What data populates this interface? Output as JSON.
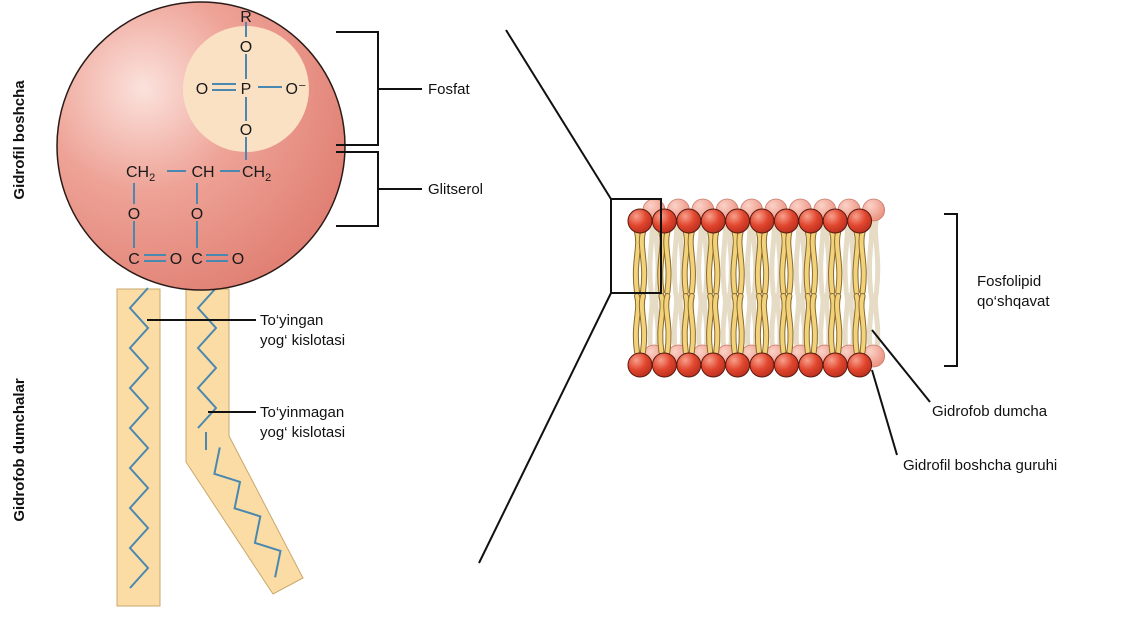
{
  "side_labels": {
    "head": "Gidrofil boshcha",
    "tails": "Gidrofob dumchalar"
  },
  "molecule_labels": {
    "phosphate": "Fosfat",
    "glycerol": "Glitserol",
    "saturated_line1": "To‘yingan",
    "saturated_line2": "yog‘ kislotasi",
    "unsaturated_line1": "To‘yinmagan",
    "unsaturated_line2": "yog‘ kislotasi"
  },
  "chemistry": {
    "r": "R",
    "o": "O",
    "p": "P",
    "o_minus": "O⁻",
    "c": "C",
    "ch": "CH",
    "ch2": "CH",
    "sub2": "2"
  },
  "bilayer_labels": {
    "bilayer_line1": "Fosfolipid",
    "bilayer_line2": "qo‘shqavat",
    "hydrophobic_tail": "Gidrofob dumcha",
    "hydrophilic_head_group": "Gidrofil boshcha guruhi"
  },
  "colors": {
    "head_sphere": "#e88f84",
    "phosphate_disc": "#fbe1c4",
    "tail_fill": "#fbdca5",
    "tail_stroke": "#c9a86c",
    "bond_blue": "#4a88b0",
    "bilayer_head": "#e04a33",
    "bilayer_tail": "#f2d27a"
  },
  "bilayer": {
    "heads_per_row": 10
  }
}
